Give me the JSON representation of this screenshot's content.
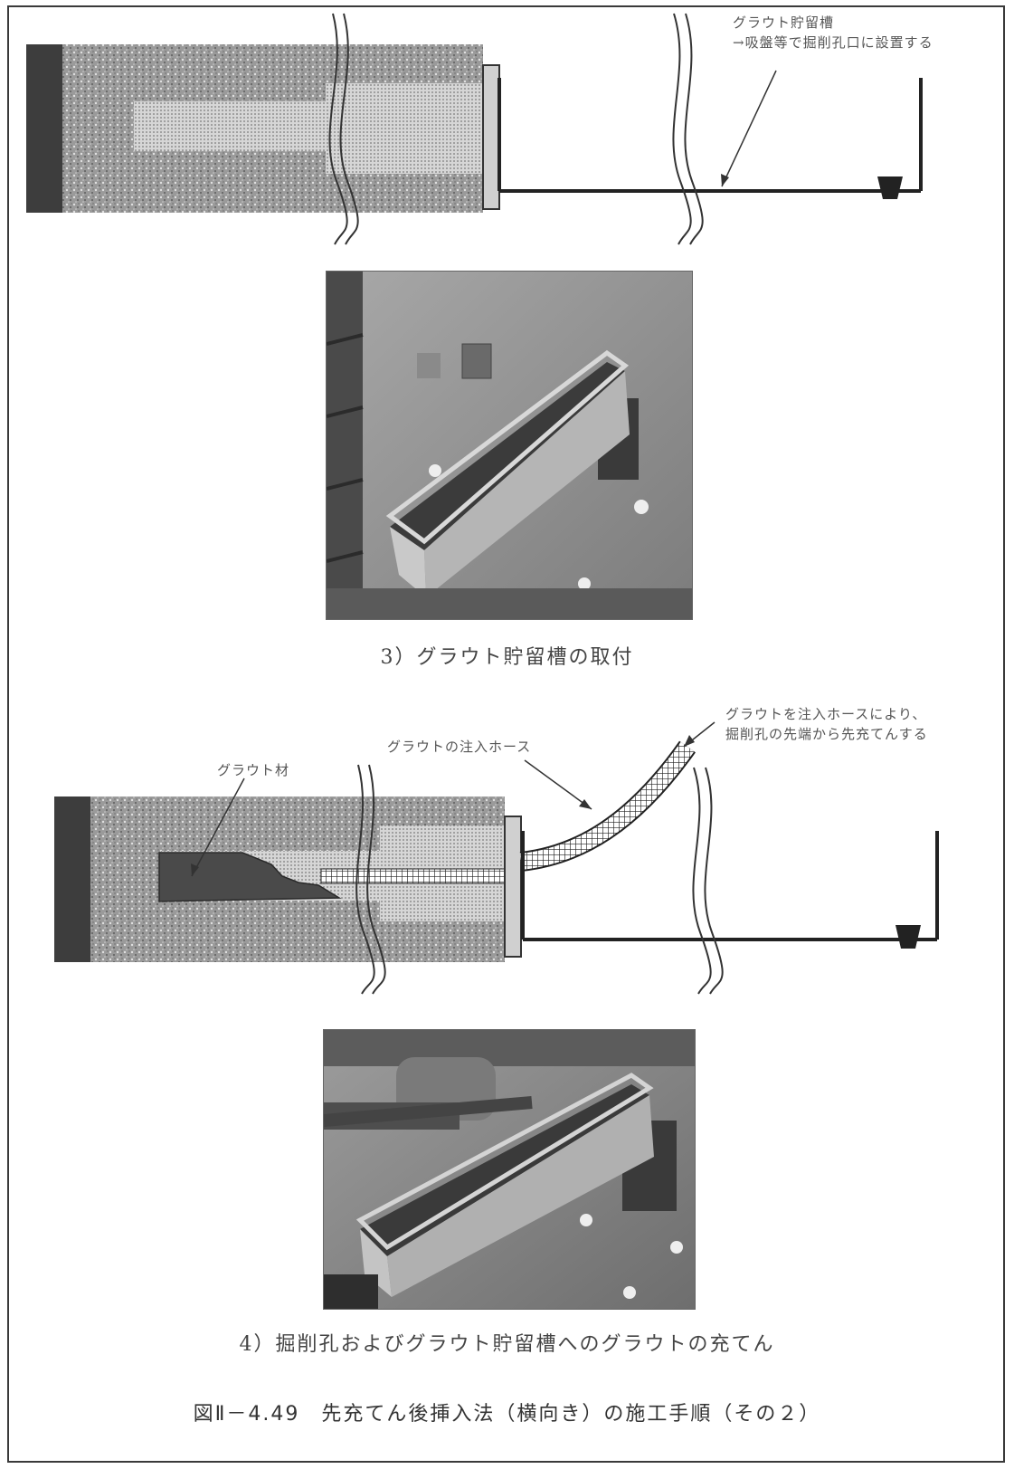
{
  "diagram3": {
    "reservoir_label_line1": "グラウト貯留槽",
    "reservoir_label_line2": "→吸盤等で掘削孔口に設置する",
    "caption": "3）グラウト貯留槽の取付"
  },
  "diagram4": {
    "grout_material_label": "グラウト材",
    "hose_label": "グラウトの注入ホース",
    "inject_note_line1": "グラウトを注入ホースにより、",
    "inject_note_line2": "掘削孔の先端から先充てんする",
    "caption": "4）掘削孔およびグラウト貯留槽へのグラウトの充てん"
  },
  "figure_title": "図Ⅱ－4.49　先充てん後挿入法（横向き）の施工手順（その２）"
}
